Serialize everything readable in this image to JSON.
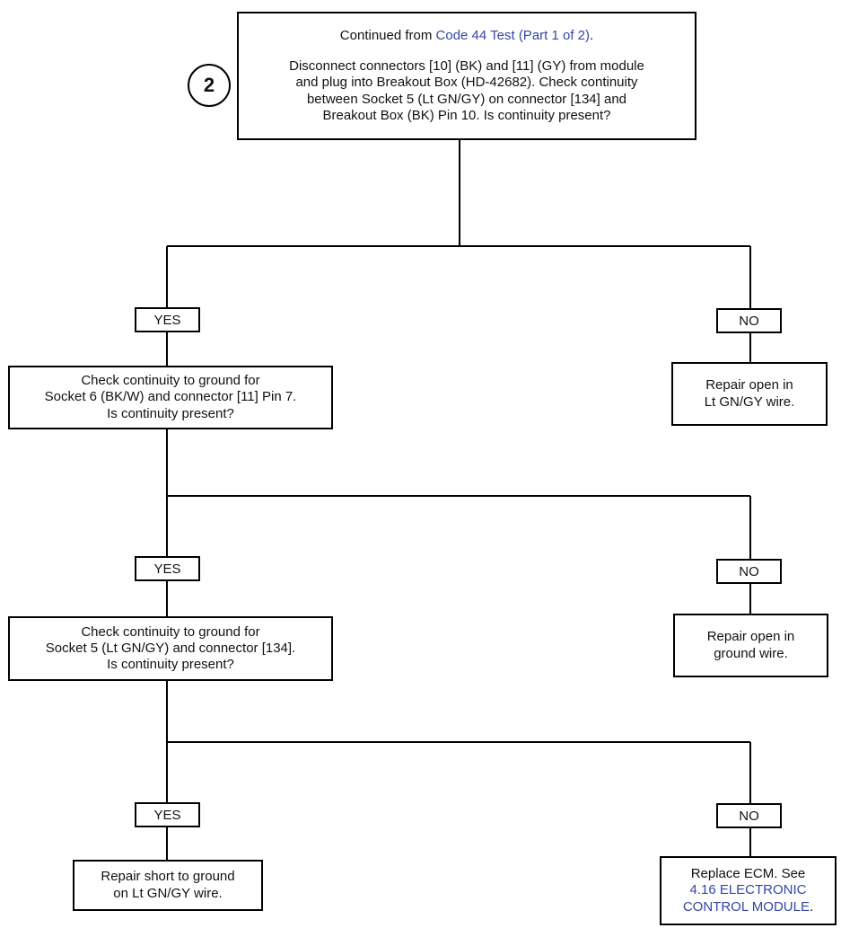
{
  "step_number": "2",
  "start": {
    "prefix": "Continued from ",
    "link": "Code 44 Test (Part 1 of 2)",
    "suffix": ".",
    "body_lines": [
      "Disconnect connectors [10] (BK) and [11] (GY) from module",
      "and plug into Breakout Box (HD-42682). Check continuity",
      "between Socket 5 (Lt GN/GY) on connector [134] and",
      "Breakout Box (BK) Pin 10. Is continuity present?"
    ]
  },
  "labels": {
    "yes": "YES",
    "no": "NO"
  },
  "q2": {
    "lines": [
      "Check continuity to ground for",
      "Socket 6 (BK/W) and connector [11] Pin 7.",
      "Is continuity present?"
    ]
  },
  "r1": {
    "lines": [
      "Repair open in",
      "Lt GN/GY wire."
    ]
  },
  "q3": {
    "lines": [
      "Check continuity to ground for",
      "Socket 5 (Lt GN/GY) and connector [134].",
      "Is continuity present?"
    ]
  },
  "r2": {
    "lines": [
      "Repair open in",
      "ground wire."
    ]
  },
  "r3": {
    "lines": [
      "Repair short to ground",
      "on Lt GN/GY wire."
    ]
  },
  "r4": {
    "text": "Replace ECM. See",
    "link_line1": "4.16 ELECTRONIC",
    "link_line2": "CONTROL MODULE",
    "suffix": "."
  }
}
